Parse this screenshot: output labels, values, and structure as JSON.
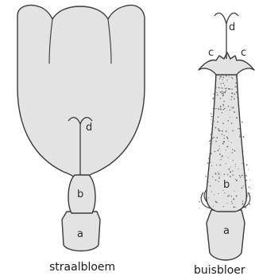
{
  "labels": {
    "ray_floret": {
      "caption": "straalbloem",
      "parts": {
        "a": "a",
        "b": "b",
        "d": "d"
      }
    },
    "disc_floret": {
      "caption": "buisbloer",
      "parts": {
        "a": "a",
        "b": "b",
        "c_left": "c",
        "c_right": "c",
        "d": "d"
      }
    }
  },
  "colors": {
    "fill": "#e3e3e3",
    "outline": "#3a3a3a",
    "background": "#ffffff"
  }
}
